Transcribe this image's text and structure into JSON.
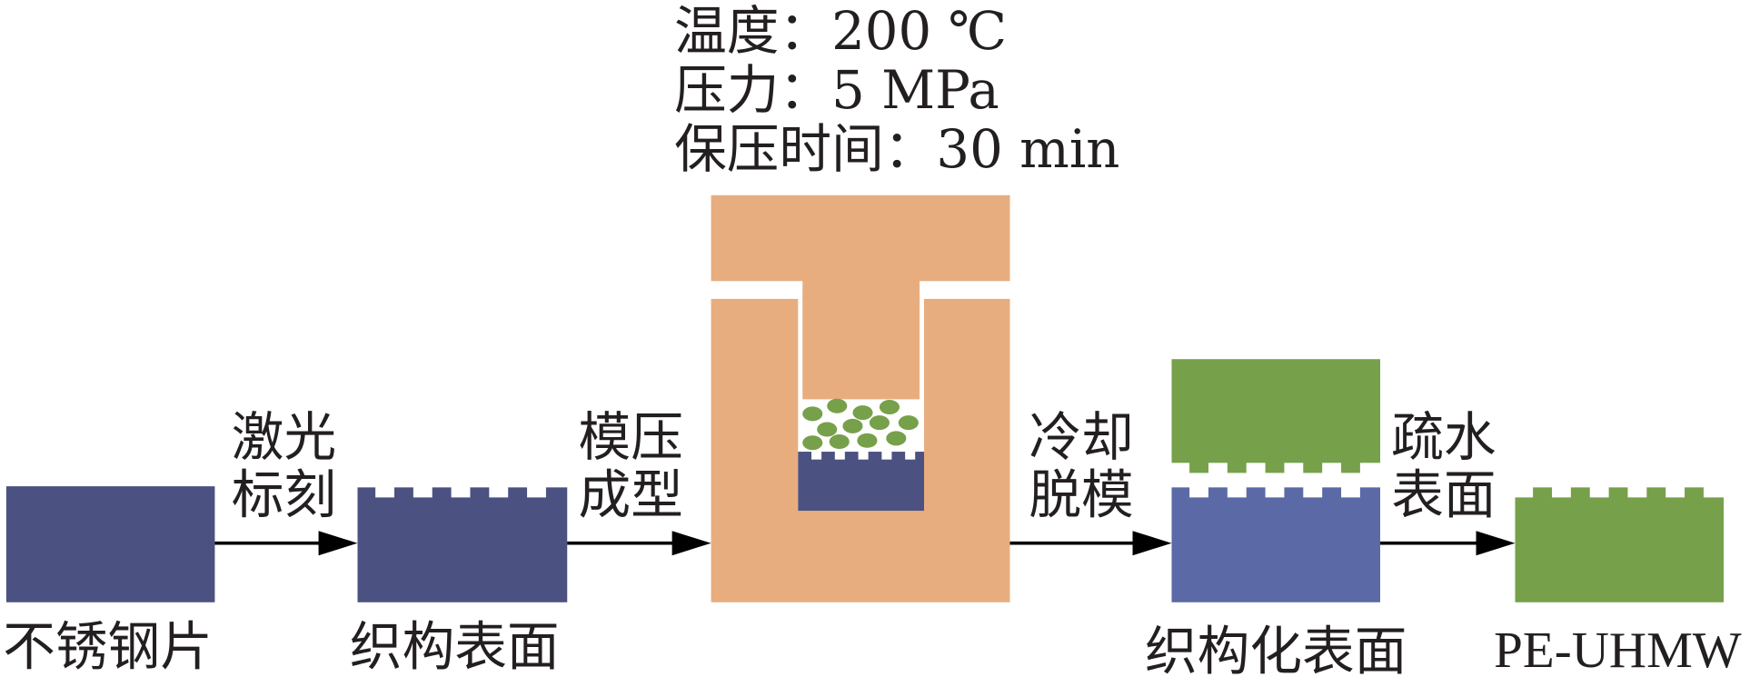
{
  "process_conditions": {
    "temperature": "温度：200 ℃",
    "pressure": "压力：5 MPa",
    "hold_time": "保压时间：30 min"
  },
  "stages": {
    "steel_plate": "不锈钢片",
    "textured_surface": "织构表面",
    "textured_replica": "织构化表面",
    "pe_uhmw": "PE-UHMW"
  },
  "transitions": {
    "laser": {
      "line1": "激光",
      "line2": "标刻"
    },
    "molding": {
      "line1": "模压",
      "line2": "成型"
    },
    "demolding": {
      "line1": "冷却",
      "line2": "脱模"
    },
    "hydrophobic": {
      "line1": "疏水",
      "line2": "表面"
    }
  },
  "colors": {
    "steel": "#4B5281",
    "steel_light": "#5B6AA6",
    "mold": "#E8AD7F",
    "pe": "#76A04A",
    "arrow": "#000000",
    "background": "#FFFFFF"
  }
}
